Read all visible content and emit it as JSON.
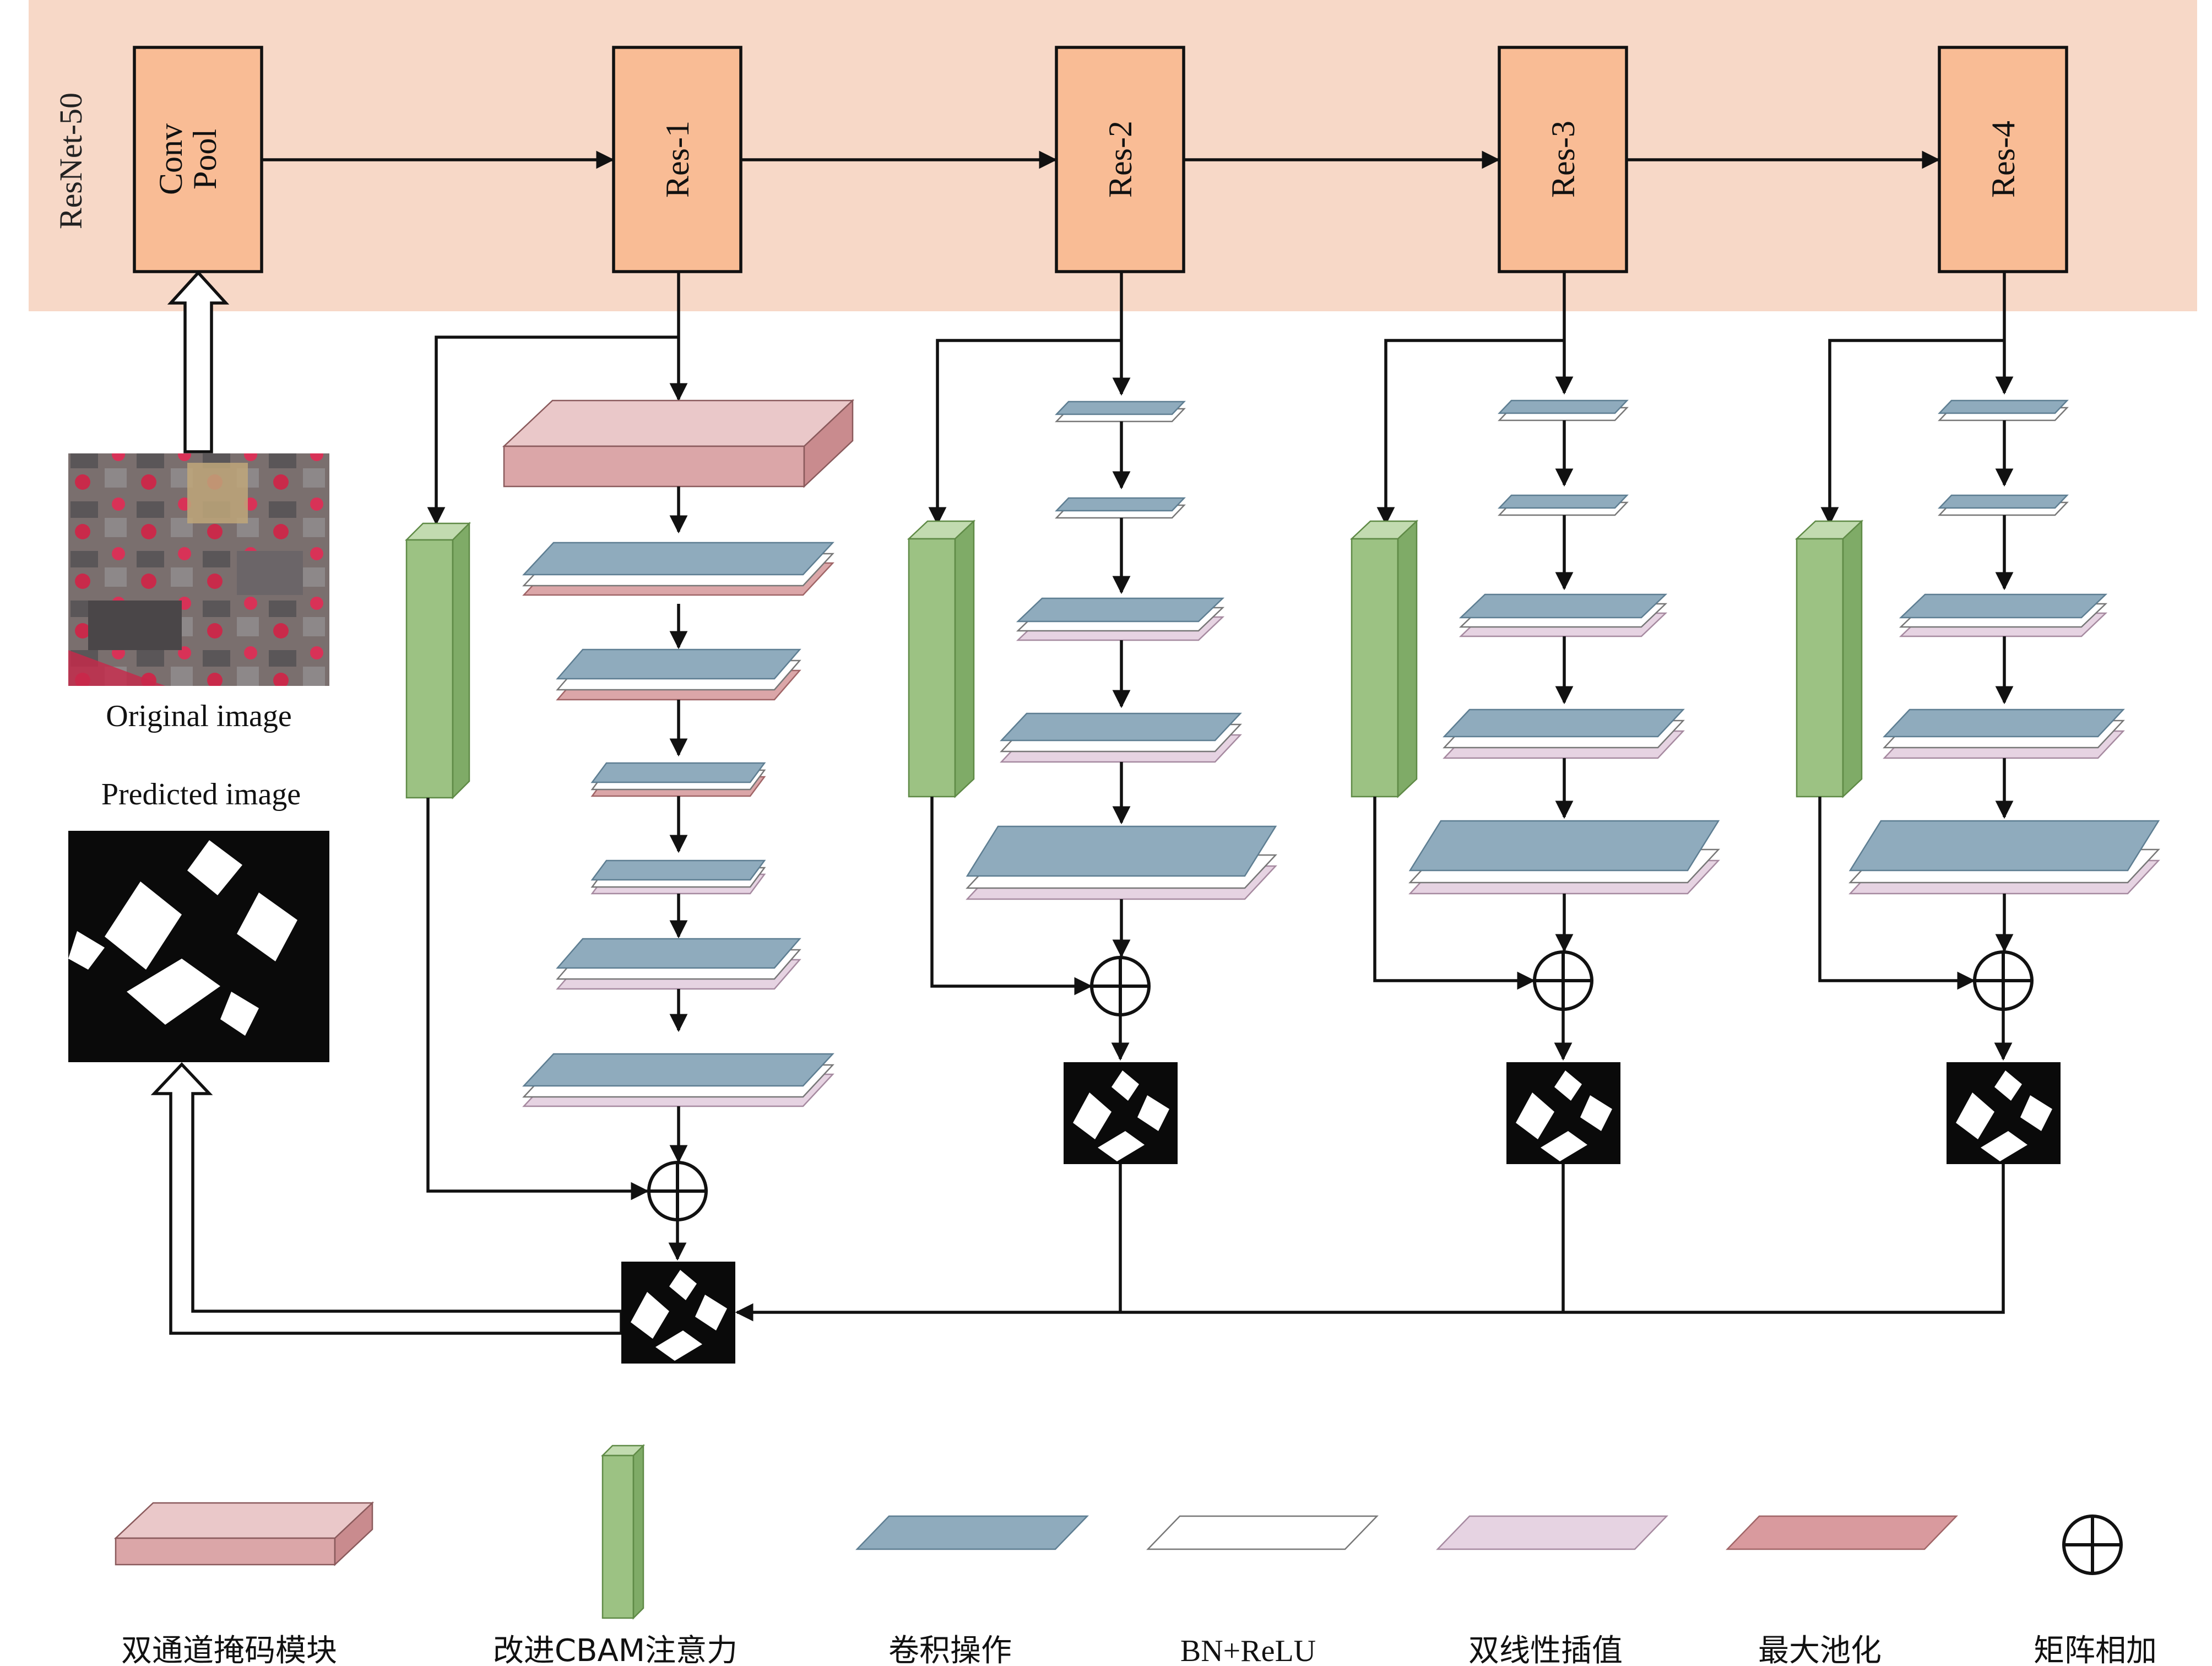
{
  "backbone": {
    "label": "ResNet-50",
    "conv_pool": [
      "Conv",
      "Pool"
    ],
    "res_blocks": [
      "Res-1",
      "Res-2",
      "Res-3",
      "Res-4"
    ]
  },
  "images": {
    "original_caption": "Original image",
    "predicted_caption": "Predicted image"
  },
  "legend": [
    {
      "id": "dual-mask",
      "label": "双通道掩码模块"
    },
    {
      "id": "cbam",
      "label": "改进CBAM注意力"
    },
    {
      "id": "conv",
      "label": "卷积操作"
    },
    {
      "id": "bn-relu",
      "label": "BN+ReLU"
    },
    {
      "id": "bilinear",
      "label": "双线性插值"
    },
    {
      "id": "maxpool",
      "label": "最大池化"
    },
    {
      "id": "matrix-add",
      "label": "矩阵相加"
    }
  ],
  "colors": {
    "backbone_band": "#f7d8c7",
    "block_fill": "#f9bc95",
    "conv_blue": "#8fabbd",
    "bn_white": "#ffffff",
    "bilinear_pink": "#e6d3e2",
    "maxpool_red": "#d99a9e",
    "mask_pink": "#e8c1c2",
    "cbam_green": "#9cc283"
  }
}
